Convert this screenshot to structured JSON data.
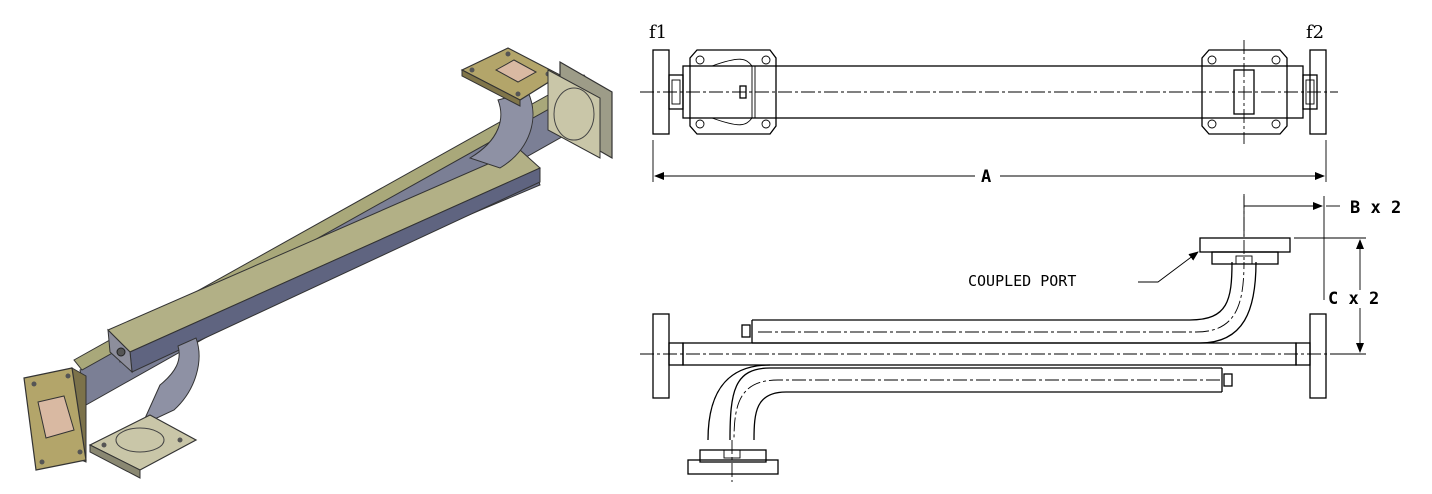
{
  "labels": {
    "port_f1": "f1",
    "port_f2": "f2",
    "dim_a": "A",
    "dim_b": "B x 2",
    "dim_c": "C x 2",
    "coupled_port": "COUPLED PORT"
  },
  "colors": {
    "body_top": "#a9a87a",
    "body_side": "#7b7f95",
    "body_dark": "#555a73",
    "flange_face": "#b3a56a",
    "flange_light": "#cfc79a",
    "window": "#d9b9a2",
    "line": "#000000"
  }
}
